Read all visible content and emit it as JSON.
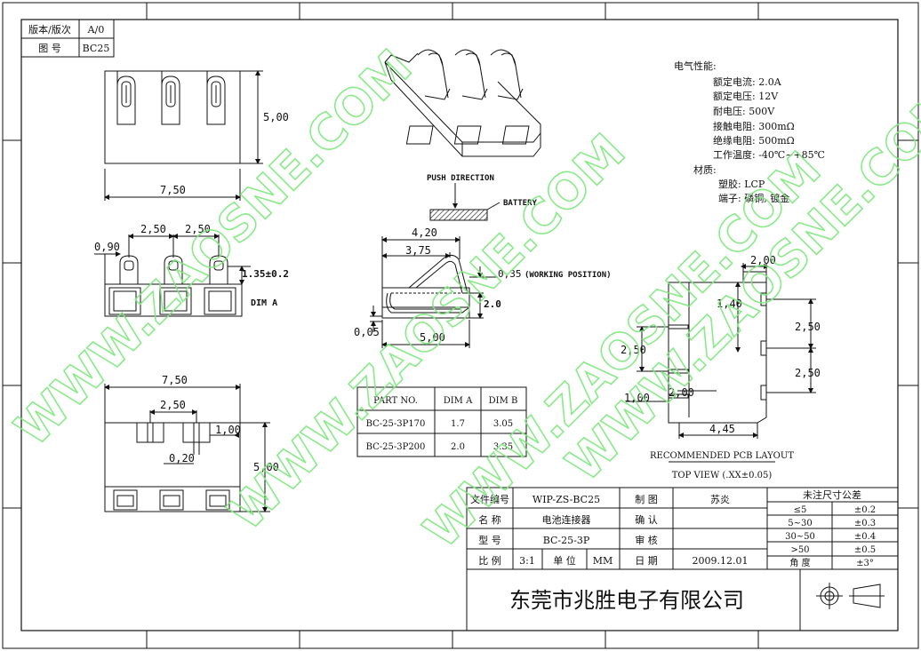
{
  "version_box": {
    "version_label": "版本/版次",
    "version_value": "A/0",
    "drawing_label": "图  号",
    "drawing_value": "BC25"
  },
  "dims": {
    "front_width": "7,50",
    "front_height": "5,00",
    "pitch_a": "2,50",
    "pitch_b": "2,50",
    "offset": "0,90",
    "contact_height": "1.35±0.2",
    "dim_a_label": "DIM A",
    "bottom_width": "7,50",
    "bottom_pitch": "2,50",
    "bottom_slot": "1,00",
    "bottom_gap": "0,20",
    "bottom_height": "5,00",
    "side_a": "4,20",
    "side_b": "3,75",
    "side_work": "0,35",
    "working_position": "(WORKING POSITION)",
    "side_h": "2.0",
    "side_base": "0,05",
    "side_length": "5,00",
    "push_direction": "PUSH DIRECTION",
    "battery": "BATTERY"
  },
  "pcb": {
    "w_top": "2,00",
    "h_pad": "1,40",
    "p1": "2,50",
    "p2": "2,50",
    "left_pitch": "2,50",
    "pad_w": "1,00",
    "pad_gap": "2,00",
    "total_w": "4,45",
    "layout_title": "RECOMMENDED PCB LAYOUT",
    "view_title": "TOP VIEW (.XX±0.05)"
  },
  "specs": {
    "heading": "电气性能:",
    "items": [
      "额定电流: 2.0A",
      "额定电压: 12V",
      "耐电压: 500V",
      "接触电阻: 300mΩ",
      "绝缘电阻: 500mΩ",
      "工作温度: -40℃~+85℃"
    ],
    "material_heading": "材质:",
    "material_items": [
      "塑胶: LCP",
      "端子: 磷铜, 镀金"
    ]
  },
  "part_table": {
    "headers": [
      "PART NO.",
      "DIM A",
      "DIM B"
    ],
    "rows": [
      [
        "BC-25-3P170",
        "1.7",
        "3.05"
      ],
      [
        "BC-25-3P200",
        "2.0",
        "3.35"
      ]
    ]
  },
  "title_block": {
    "file_no_label": "文件编号",
    "file_no": "WIP-ZS-BC25",
    "made_label": "制  图",
    "made_by": "苏炎",
    "name_label": "名  称",
    "name": "电池连接器",
    "confirm_label": "确  认",
    "model_label": "型  号",
    "model": "BC-25-3P",
    "audit_label": "审  核",
    "scale_label": "比  例",
    "scale": "3:1",
    "unit_label": "单  位",
    "unit": "MM",
    "date_label": "日  期",
    "date": "2009.12.01",
    "company": "东莞市兆胜电子有限公司"
  },
  "tolerance": {
    "title": "未注尺寸公差",
    "rows": [
      [
        "≤5",
        "±0.2"
      ],
      [
        "5~30",
        "±0.3"
      ],
      [
        "30~50",
        "±0.4"
      ],
      [
        ">50",
        "±0.5"
      ],
      [
        "角  度",
        "±3°"
      ]
    ]
  },
  "watermark": {
    "text_1": "WWW.ZAOSNE.COM",
    "text_2": "WWW.ZAOSNE.COM",
    "text_3": "WWW.ZAOSNE.COM",
    "text_4": "WWW.ZAOSNE.COM"
  }
}
